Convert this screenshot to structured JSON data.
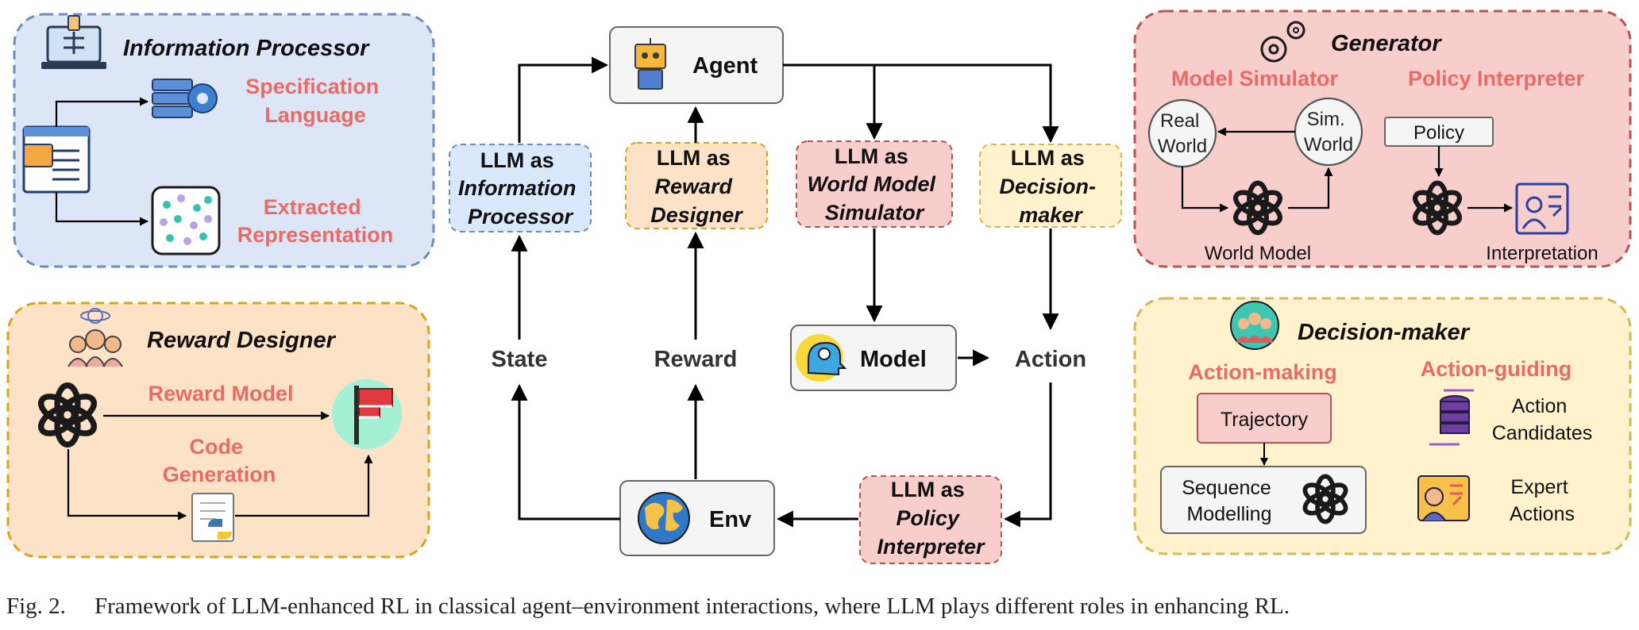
{
  "center": {
    "agent": "Agent",
    "model": "Model",
    "env": "Env",
    "state": "State",
    "reward": "Reward",
    "action": "Action",
    "roles": {
      "info_processor": [
        "LLM as",
        "Information",
        "Processor"
      ],
      "reward_designer": [
        "LLM as",
        "Reward",
        "Designer"
      ],
      "world_model": [
        "LLM as",
        "World Model",
        "Simulator"
      ],
      "decision_maker": [
        "LLM as",
        "Decision-",
        "maker"
      ],
      "policy_interpreter": [
        "LLM as",
        "Policy",
        "Interpreter"
      ]
    }
  },
  "panels": {
    "info": {
      "title": "Information Processor",
      "spec": [
        "Specification",
        "Language"
      ],
      "extracted": [
        "Extracted",
        "Representation"
      ]
    },
    "reward": {
      "title": "Reward Designer",
      "reward_model": "Reward Model",
      "code_gen": [
        "Code",
        "Generation"
      ]
    },
    "generator": {
      "title": "Generator",
      "model_sim": "Model Simulator",
      "policy_interp": "Policy Interpreter",
      "real_world": [
        "Real",
        "World"
      ],
      "sim_world": [
        "Sim.",
        "World"
      ],
      "world_model": "World Model",
      "policy": "Policy",
      "interpretation": "Interpretation"
    },
    "decision": {
      "title": "Decision-maker",
      "action_making": "Action-making",
      "action_guiding": "Action-guiding",
      "trajectory": "Trajectory",
      "seq_modelling": [
        "Sequence",
        "Modelling"
      ],
      "action_candidates": [
        "Action",
        "Candidates"
      ],
      "expert_actions": [
        "Expert",
        "Actions"
      ]
    }
  },
  "caption": {
    "label": "Fig. 2.",
    "text": "Framework of LLM-enhanced RL in classical agent–environment interactions, where LLM plays different roles in enhancing RL."
  },
  "colors": {
    "blue_panel": "#dce6f7",
    "blue_border": "#6c8ebf",
    "orange_panel": "#fce3c8",
    "orange_border": "#d6a520",
    "red_panel": "#f8cecc",
    "red_border": "#b85450",
    "yellow_panel": "#fff2cc",
    "yellow_border": "#d6b656",
    "accent_red": "#ea6b66"
  }
}
